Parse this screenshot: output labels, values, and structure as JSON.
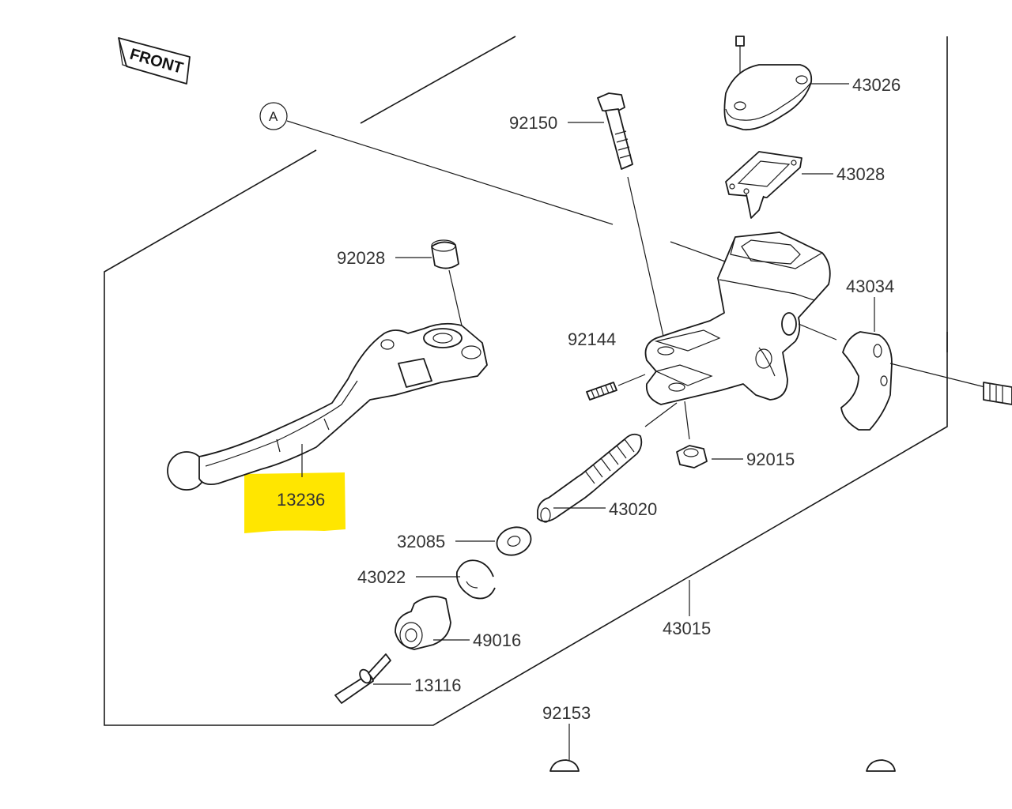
{
  "diagram": {
    "front_label": "FRONT",
    "ref_marker": "A",
    "highlight_color": "#FFE600",
    "highlighted_part": "13236",
    "parts": {
      "p43026": "43026",
      "p92150": "92150",
      "p43028": "43028",
      "p92028": "92028",
      "p43034": "43034",
      "p92144": "92144",
      "p92015": "92015",
      "p13236": "13236",
      "p43020": "43020",
      "p32085": "32085",
      "p43022": "43022",
      "p49016": "49016",
      "p43015": "43015",
      "p13116": "13116",
      "p92153": "92153"
    }
  }
}
